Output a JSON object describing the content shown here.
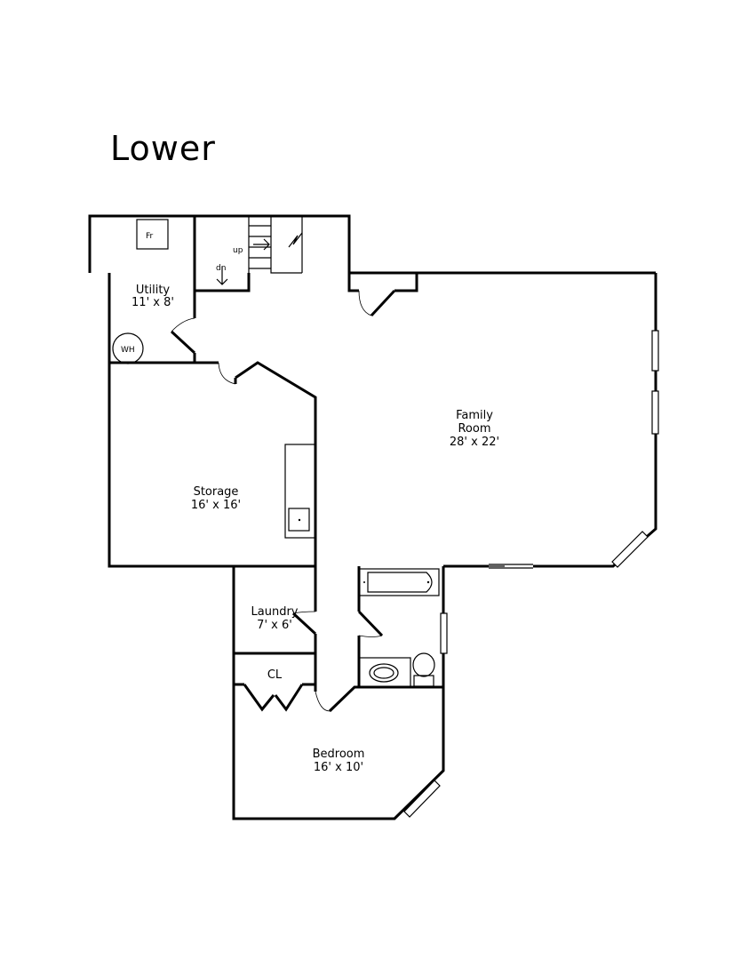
{
  "title": "Lower",
  "rooms": {
    "utility": {
      "name": "Utility",
      "size": "11' x 8'"
    },
    "family_room": {
      "name_line1": "Family",
      "name_line2": "Room",
      "size": "28' x 22'"
    },
    "storage": {
      "name": "Storage",
      "size": "16' x 16'"
    },
    "laundry": {
      "name": "Laundry",
      "size": "7' x 6'"
    },
    "closet": {
      "name": "CL"
    },
    "bedroom": {
      "name": "Bedroom",
      "size": "16' x 10'"
    }
  },
  "fixtures": {
    "fridge": "Fr",
    "water_heater": "WH",
    "stairs_up": "up",
    "stairs_down": "dn"
  }
}
